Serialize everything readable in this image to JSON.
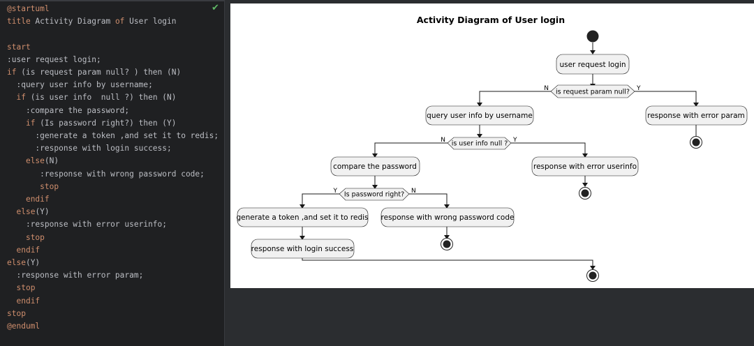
{
  "editor": {
    "lines": [
      {
        "parts": [
          {
            "t": "@startuml",
            "k": true
          }
        ]
      },
      {
        "parts": [
          {
            "t": "title",
            "k": true
          },
          {
            "t": " Activity Diagram "
          },
          {
            "t": "of",
            "k": true
          },
          {
            "t": " User login"
          }
        ]
      },
      {
        "parts": []
      },
      {
        "parts": [
          {
            "t": "start",
            "k": true
          }
        ]
      },
      {
        "parts": [
          {
            "t": ":user request login;"
          }
        ]
      },
      {
        "parts": [
          {
            "t": "if",
            "k": true
          },
          {
            "t": " (is request param null? ) then (N)"
          }
        ]
      },
      {
        "parts": [
          {
            "t": "  :query user info by username;"
          }
        ]
      },
      {
        "parts": [
          {
            "t": "  "
          },
          {
            "t": "if",
            "k": true
          },
          {
            "t": " (is user info  null ?) then (N)"
          }
        ]
      },
      {
        "parts": [
          {
            "t": "    :compare the password;"
          }
        ]
      },
      {
        "parts": [
          {
            "t": "    "
          },
          {
            "t": "if",
            "k": true
          },
          {
            "t": " (Is password right?) then (Y)"
          }
        ]
      },
      {
        "parts": [
          {
            "t": "      :generate a token ,and set it to redis;"
          }
        ]
      },
      {
        "parts": [
          {
            "t": "      :response with login success;"
          }
        ]
      },
      {
        "parts": [
          {
            "t": "    "
          },
          {
            "t": "else",
            "k": true
          },
          {
            "t": "(N)"
          }
        ]
      },
      {
        "parts": [
          {
            "t": "       :response with wrong password code;"
          }
        ]
      },
      {
        "parts": [
          {
            "t": "       "
          },
          {
            "t": "stop",
            "k": true
          }
        ]
      },
      {
        "parts": [
          {
            "t": "    "
          },
          {
            "t": "endif",
            "k": true
          }
        ]
      },
      {
        "parts": [
          {
            "t": "  "
          },
          {
            "t": "else",
            "k": true
          },
          {
            "t": "(Y)"
          }
        ]
      },
      {
        "parts": [
          {
            "t": "    :response with error userinfo;"
          }
        ]
      },
      {
        "parts": [
          {
            "t": "    "
          },
          {
            "t": "stop",
            "k": true
          }
        ]
      },
      {
        "parts": [
          {
            "t": "  "
          },
          {
            "t": "endif",
            "k": true
          }
        ]
      },
      {
        "parts": [
          {
            "t": "else",
            "k": true
          },
          {
            "t": "(Y)"
          }
        ]
      },
      {
        "parts": [
          {
            "t": "  :response with error param;"
          }
        ]
      },
      {
        "parts": [
          {
            "t": "  "
          },
          {
            "t": "stop",
            "k": true
          }
        ]
      },
      {
        "parts": [
          {
            "t": "  "
          },
          {
            "t": "endif",
            "k": true
          }
        ]
      },
      {
        "parts": [
          {
            "t": "stop",
            "k": true
          }
        ]
      },
      {
        "parts": [
          {
            "t": "@enduml",
            "k": true
          }
        ]
      }
    ],
    "status_icon": "checkmark-icon"
  },
  "diagram": {
    "title": "Activity Diagram of User login",
    "actions": {
      "user_request_login": "user request login",
      "query_user_info": "query user info by username",
      "response_error_param": "response with error param",
      "compare_password": "compare the password",
      "response_error_userinfo": "response with error userinfo",
      "generate_token": "generate a token ,and set it to redis",
      "response_wrong_password": "response with wrong password code",
      "response_login_success": "response with login success"
    },
    "decisions": {
      "request_param_null": "is request param null?",
      "user_info_null": "is user info null ?",
      "password_right": "Is password right?"
    },
    "branch_labels": {
      "d1_left": "N",
      "d1_right": "Y",
      "d2_left": "N",
      "d2_right": "Y",
      "d3_left": "Y",
      "d3_right": "N"
    }
  },
  "colors": {
    "editor_bg": "#1f2022",
    "keyword": "#cf8e6d",
    "code_text": "#bcbec4",
    "check": "#5fb865",
    "node_fill": "#f1f1f1"
  }
}
